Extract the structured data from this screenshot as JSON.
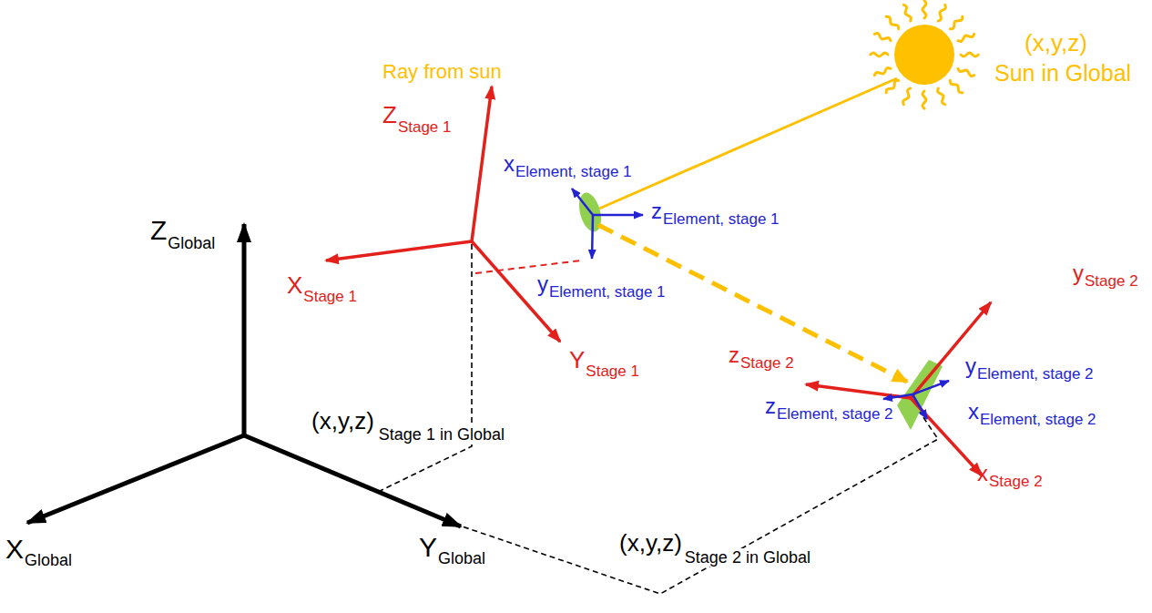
{
  "diagram": {
    "labels": [
      "Z",
      "Global",
      "X",
      "Global",
      "Y",
      "Global",
      "Z",
      "Stage 1",
      "X",
      "Stage 1",
      "Y",
      "Stage 1",
      "x",
      "Element, stage 1",
      "z",
      "Element, stage 1",
      "y",
      "Element, stage 1",
      "Ray from sun",
      "(x,y,z)",
      "Sun in Global",
      "(x,y,z)",
      "Stage 1 in Global",
      "(x,y,z)",
      "Stage 2 in Global",
      "y",
      "Stage 2",
      "z",
      "Stage 2",
      "y",
      "Element, stage 2",
      "z",
      "Element, stage 2",
      "x",
      "Element, stage 2",
      "x",
      "Stage 2"
    ]
  }
}
